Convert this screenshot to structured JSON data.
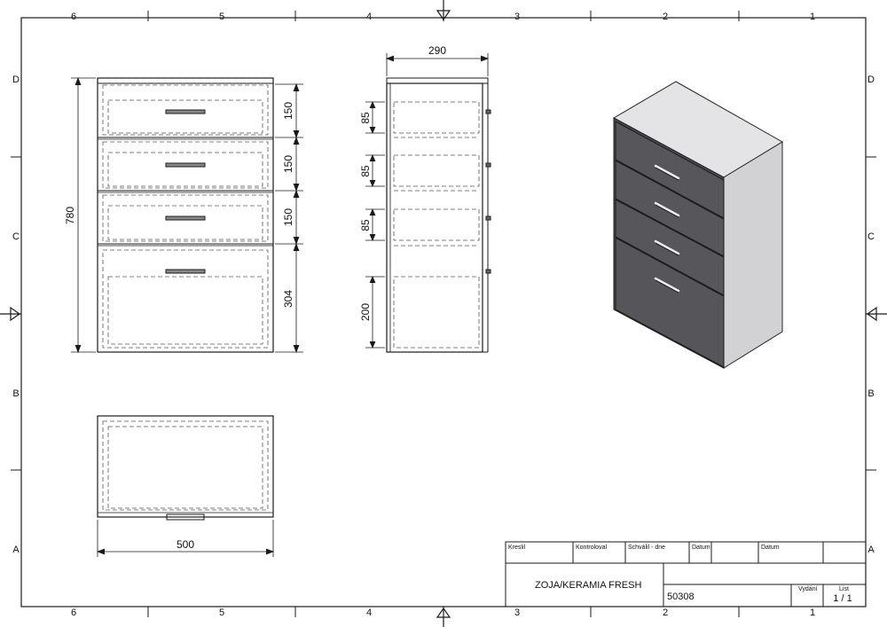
{
  "sheet": {
    "columns": [
      "6",
      "5",
      "4",
      "3",
      "2",
      "1"
    ],
    "rows": [
      "D",
      "C",
      "B",
      "A"
    ]
  },
  "dimensions": {
    "front_height": "780",
    "front_drawer_1": "150",
    "front_drawer_2": "150",
    "front_drawer_3": "150",
    "front_drawer_4": "304",
    "side_depth": "290",
    "side_drawer_1": "85",
    "side_drawer_2": "85",
    "side_drawer_3": "85",
    "side_drawer_4": "200",
    "top_width": "500"
  },
  "title_block": {
    "kreslil": "Kreslil",
    "kontroloval": "Kontroloval",
    "schvalil": "Schválil - dne",
    "datum_1": "Datum",
    "datum_2": "Datum",
    "title": "ZOJA/KERAMIA FRESH",
    "drawing_number": "50308",
    "vydani": "Vydání",
    "list_label": "List",
    "list_value": "1 / 1"
  },
  "colors": {
    "line": "#1a1a1a",
    "dashed": "#555555",
    "cabinet_dark": "#4a4a4e",
    "cabinet_side": "#d6d6d8",
    "cabinet_top": "#e6e6e8"
  }
}
